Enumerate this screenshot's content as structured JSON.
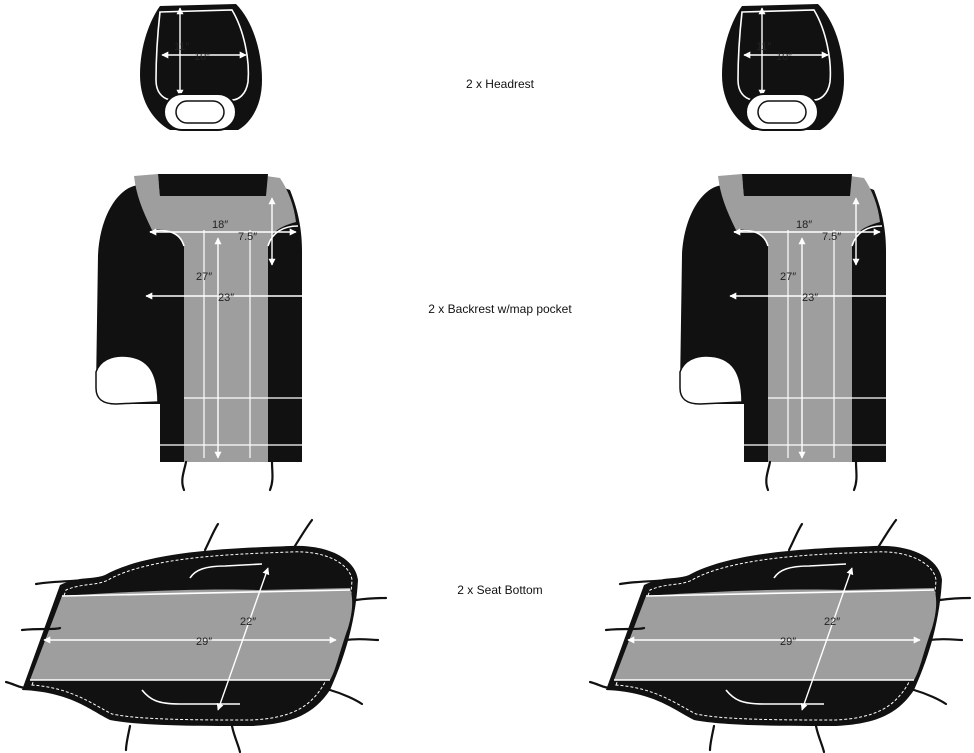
{
  "colors": {
    "dark": "#111111",
    "gray": "#9e9e9e",
    "white": "#ffffff"
  },
  "headrest": {
    "caption": "2 x Headrest",
    "height_label": "11″",
    "width_label": "10″"
  },
  "backrest": {
    "caption": "2 x Backrest w/map pocket",
    "top_width_label": "18″",
    "strip_label": "7.5″",
    "height_label": "27″",
    "width_label": "23″"
  },
  "seat_bottom": {
    "caption": "2 x Seat Bottom",
    "depth_label": "22″",
    "width_label": "29″"
  }
}
